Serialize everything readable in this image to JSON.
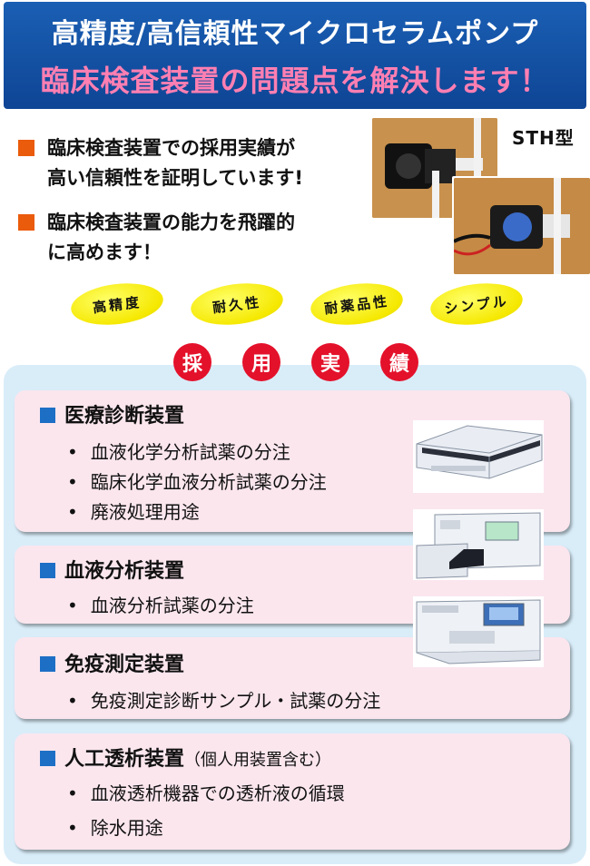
{
  "header": {
    "title": "高精度/高信頼性マイクロセラムポンプ",
    "subtitle": "臨床検査装置の問題点を解決します！"
  },
  "intro": {
    "points": [
      {
        "line1": "臨床検査装置での採用実績が",
        "line2": "高い信頼性を証明しています!"
      },
      {
        "line1": "臨床検査装置の能力を飛躍的",
        "line2": "に高めます！"
      }
    ],
    "model_label": "STH型"
  },
  "features": [
    "高精度",
    "耐久性",
    "耐薬品性",
    "シンプル"
  ],
  "adoption": [
    "採",
    "用",
    "実",
    "績"
  ],
  "categories": [
    {
      "title": "医療診断装置",
      "note": "",
      "items": [
        "血液化学分析試薬の分注",
        "臨床化学血液分析試薬の分注",
        "廃液処理用途"
      ]
    },
    {
      "title": "血液分析装置",
      "note": "",
      "items": [
        "血液分析試薬の分注"
      ]
    },
    {
      "title": "免疫測定装置",
      "note": "",
      "items": [
        "免疫測定診断サンプル・試薬の分注"
      ]
    },
    {
      "title": "人工透析装置",
      "note": "（個人用装置含む）",
      "items": [
        "血液透析機器での透析液の循環",
        "除水用途"
      ]
    }
  ],
  "colors": {
    "banner": "#1a5fb4",
    "subtitle": "#ff7fb2",
    "bullet": "#ea5b0c",
    "pill": "#f5e800",
    "dot": "#e4112b",
    "panel": "#d9edf9",
    "card": "#fbe6ee",
    "card_bullet": "#1d6fc5"
  }
}
